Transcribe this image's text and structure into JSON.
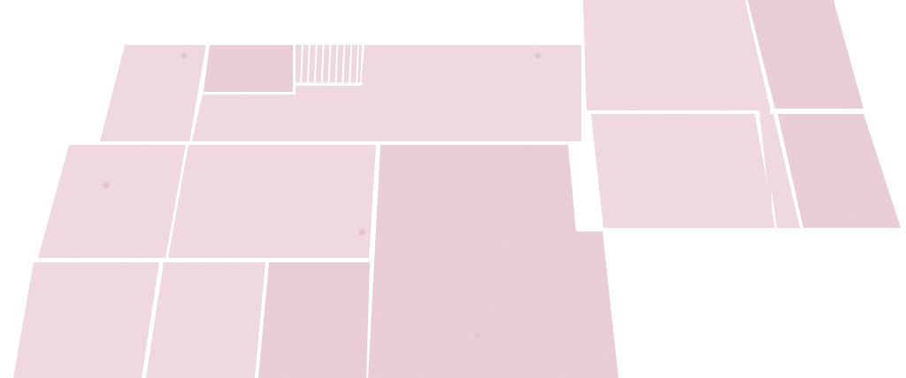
{
  "scene": {
    "background_color": "#ffffff",
    "tile_color": "#efd7df",
    "tile_shadow_color": "#e8ccd6",
    "texture_color": "#e2c3cf",
    "gap_color": "#ffffff"
  },
  "tiles": [
    {
      "name": "tile-top-left"
    },
    {
      "name": "tile-top-small"
    },
    {
      "name": "tile-top-wide"
    },
    {
      "name": "tile-right-upper-large"
    },
    {
      "name": "tile-right-upper-narrow"
    },
    {
      "name": "tile-left-middle"
    },
    {
      "name": "tile-center-middle"
    },
    {
      "name": "tile-center-large"
    },
    {
      "name": "tile-right-middle"
    },
    {
      "name": "tile-right-strip"
    },
    {
      "name": "tile-right-lower"
    },
    {
      "name": "tile-bottom-left"
    },
    {
      "name": "tile-bottom-second"
    },
    {
      "name": "tile-bottom-third"
    }
  ],
  "stair_strips": 9
}
